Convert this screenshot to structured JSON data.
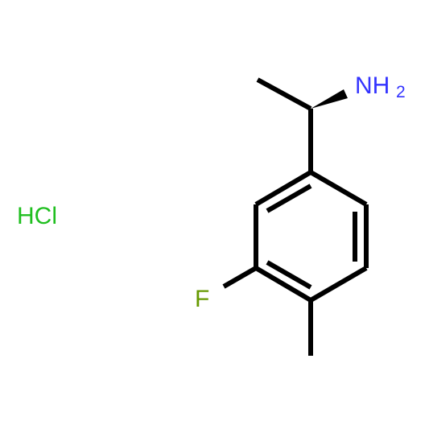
{
  "colors": {
    "background": "#ffffff",
    "bond": "#000000",
    "nitrogen": "#3333ff",
    "fluorine": "#669900",
    "chlorine": "#1fbf1f"
  },
  "labels": {
    "amine_main": "NH",
    "amine_subscript": "2",
    "fluorine": "F",
    "salt": "HCl"
  }
}
